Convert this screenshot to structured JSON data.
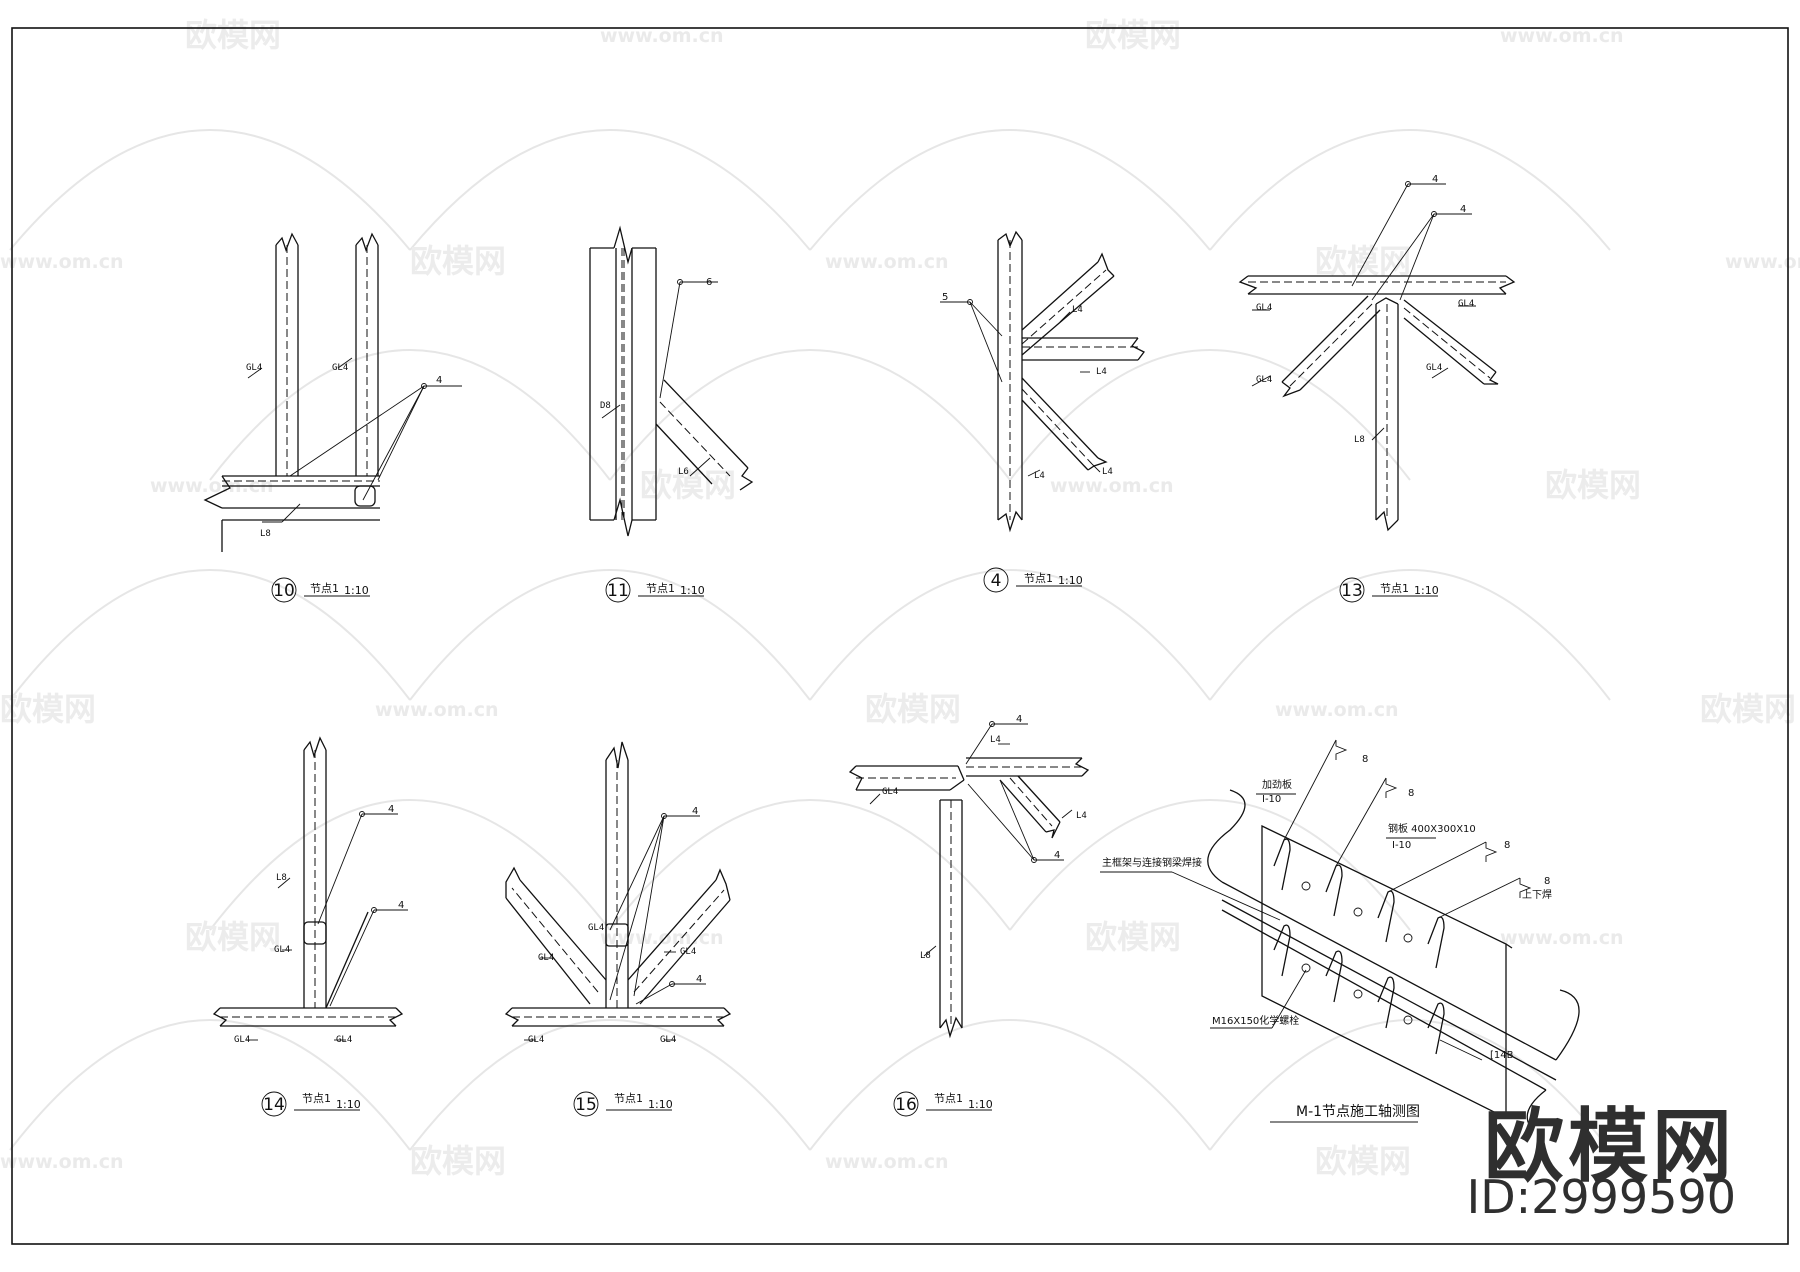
{
  "watermark": {
    "brand_text": "欧模网",
    "url_text": "www.om.cn",
    "id_text": "ID:2999590"
  },
  "details": [
    {
      "number": "10",
      "caption": "节点1",
      "scale": "1:10",
      "labels": [
        "GL4",
        "GL4",
        "L8"
      ],
      "weld_sizes": [
        "4"
      ]
    },
    {
      "number": "11",
      "caption": "节点1",
      "scale": "1:10",
      "labels": [
        "D8",
        "L6"
      ],
      "weld_sizes": [
        "6"
      ]
    },
    {
      "number": "4",
      "caption": "节点1",
      "scale": "1:10",
      "labels": [
        "L4",
        "L4",
        "L4",
        "L4"
      ],
      "weld_sizes": [
        "5"
      ]
    },
    {
      "number": "13",
      "caption": "节点1",
      "scale": "1:10",
      "labels": [
        "GL4",
        "GL4",
        "GL4",
        "GL4",
        "L8"
      ],
      "weld_sizes": [
        "4",
        "4"
      ]
    },
    {
      "number": "14",
      "caption": "节点1",
      "scale": "1:10",
      "labels": [
        "L8",
        "GL4",
        "GL4",
        "GL4"
      ],
      "weld_sizes": [
        "4",
        "4"
      ]
    },
    {
      "number": "15",
      "caption": "节点1",
      "scale": "1:10",
      "labels": [
        "GL4",
        "GL4",
        "GL4",
        "GL4",
        "GL4"
      ],
      "weld_sizes": [
        "4",
        "4"
      ]
    },
    {
      "number": "16",
      "caption": "节点1",
      "scale": "1:10",
      "labels": [
        "GL4",
        "L4",
        "L4",
        "L8"
      ],
      "weld_sizes": [
        "4",
        "4"
      ]
    }
  ],
  "axonometric": {
    "title": "M-1节点施工轴测图",
    "labels": {
      "stiffener": "加劲板",
      "stiffener_size": "I-10",
      "plate": "钢板 400X300X10",
      "plate_size": "I-10",
      "weld_note": "主框架与连接钢梁焊接",
      "bolt": "M16X150化学螺栓",
      "channel": "[14B",
      "weld_side": "上下焊"
    },
    "weld_sizes": [
      "8",
      "8",
      "8",
      "8"
    ]
  }
}
